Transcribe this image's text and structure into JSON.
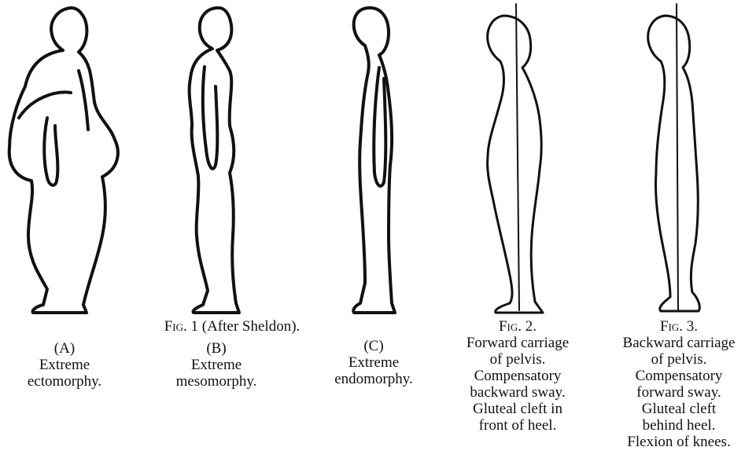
{
  "figures": {
    "fig1": {
      "prefix": "Fig.",
      "number": "1",
      "note": "(After Sheldon)."
    },
    "fig2": {
      "prefix": "Fig.",
      "number": "2."
    },
    "fig3": {
      "prefix": "Fig.",
      "number": "3."
    }
  },
  "panels": [
    {
      "letter": "(A)",
      "lines": [
        "Extreme",
        "ectomorphy."
      ]
    },
    {
      "letter": "(B)",
      "lines": [
        "Extreme",
        "mesomorphy."
      ]
    },
    {
      "letter": "(C)",
      "lines": [
        "Extreme",
        "endomorphy."
      ]
    }
  ],
  "fig2_caption": [
    "Forward carriage",
    "of pelvis.",
    "Compensatory",
    "backward sway.",
    "Gluteal cleft in",
    "front of heel."
  ],
  "fig3_caption": [
    "Backward carriage",
    "of pelvis.",
    "Compensatory",
    "forward sway.",
    "Gluteal  cleft",
    "behind heel.",
    "Flexion of knees."
  ],
  "colors": {
    "ink": "#111111",
    "background": "#ffffff"
  }
}
